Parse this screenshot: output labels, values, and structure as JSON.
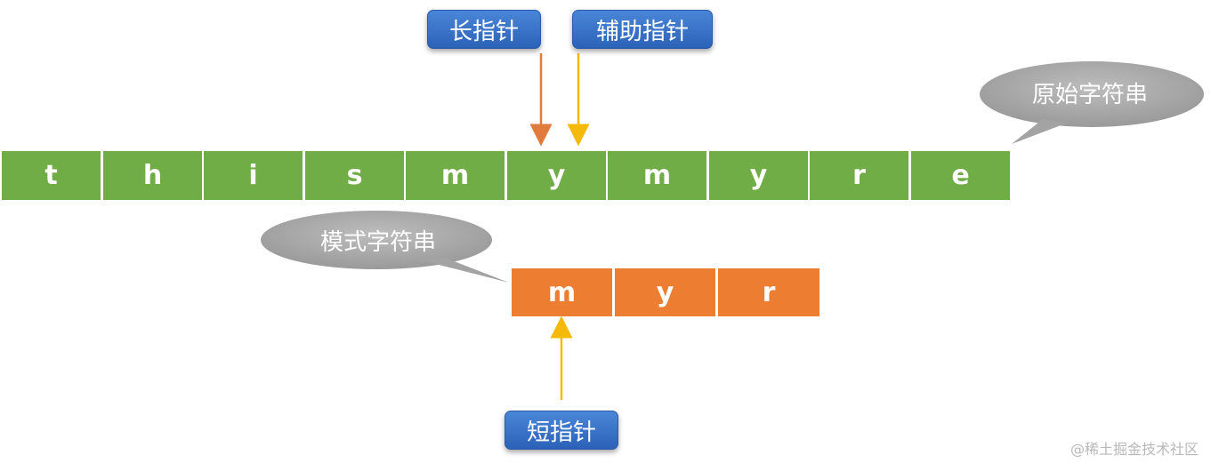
{
  "labels": {
    "long_pointer": "长指针",
    "aux_pointer": "辅助指针",
    "short_pointer": "短指针",
    "original_string": "原始字符串",
    "pattern_string": "模式字符串"
  },
  "original_chars": [
    "t",
    "h",
    "i",
    "s",
    "m",
    "y",
    "m",
    "y",
    "r",
    "e"
  ],
  "pattern_chars": [
    "m",
    "y",
    "r"
  ],
  "watermark": "@稀土掘金技术社区",
  "colors": {
    "original_cell": "#70ad47",
    "pattern_cell": "#ed7d31",
    "long_arrow": "#e07b3c",
    "aux_arrow": "#f5b90a",
    "short_arrow": "#f5b90a",
    "callout": "#a6a6a6",
    "pill": "#3a74cc"
  }
}
